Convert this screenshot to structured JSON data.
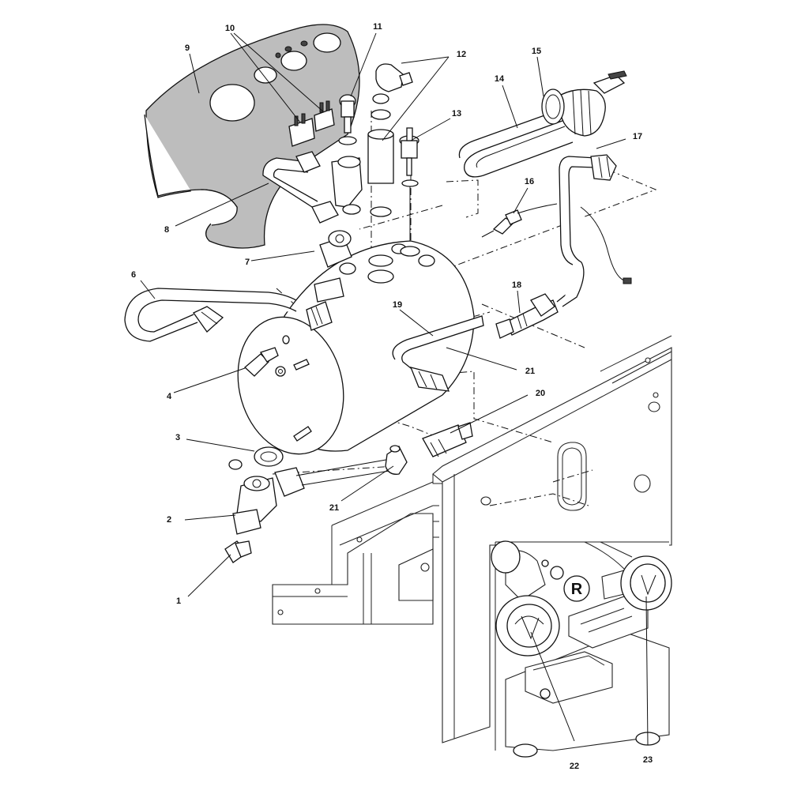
{
  "diagram": {
    "callouts": [
      {
        "id": "c1",
        "label": "1"
      },
      {
        "id": "c2",
        "label": "2"
      },
      {
        "id": "c3",
        "label": "3"
      },
      {
        "id": "c4",
        "label": "4"
      },
      {
        "id": "c6",
        "label": "6"
      },
      {
        "id": "c7",
        "label": "7"
      },
      {
        "id": "c8",
        "label": "8"
      },
      {
        "id": "c9",
        "label": "9"
      },
      {
        "id": "c10",
        "label": "10"
      },
      {
        "id": "c11",
        "label": "11"
      },
      {
        "id": "c12",
        "label": "12"
      },
      {
        "id": "c13",
        "label": "13"
      },
      {
        "id": "c14",
        "label": "14"
      },
      {
        "id": "c15",
        "label": "15"
      },
      {
        "id": "c16",
        "label": "16"
      },
      {
        "id": "c17",
        "label": "17"
      },
      {
        "id": "c18",
        "label": "18"
      },
      {
        "id": "c19",
        "label": "19"
      },
      {
        "id": "c20",
        "label": "20"
      },
      {
        "id": "c21a",
        "label": "21"
      },
      {
        "id": "c21b",
        "label": "21"
      },
      {
        "id": "c22",
        "label": "22"
      },
      {
        "id": "c23",
        "label": "23"
      }
    ],
    "inset_badge_letter": "R"
  }
}
